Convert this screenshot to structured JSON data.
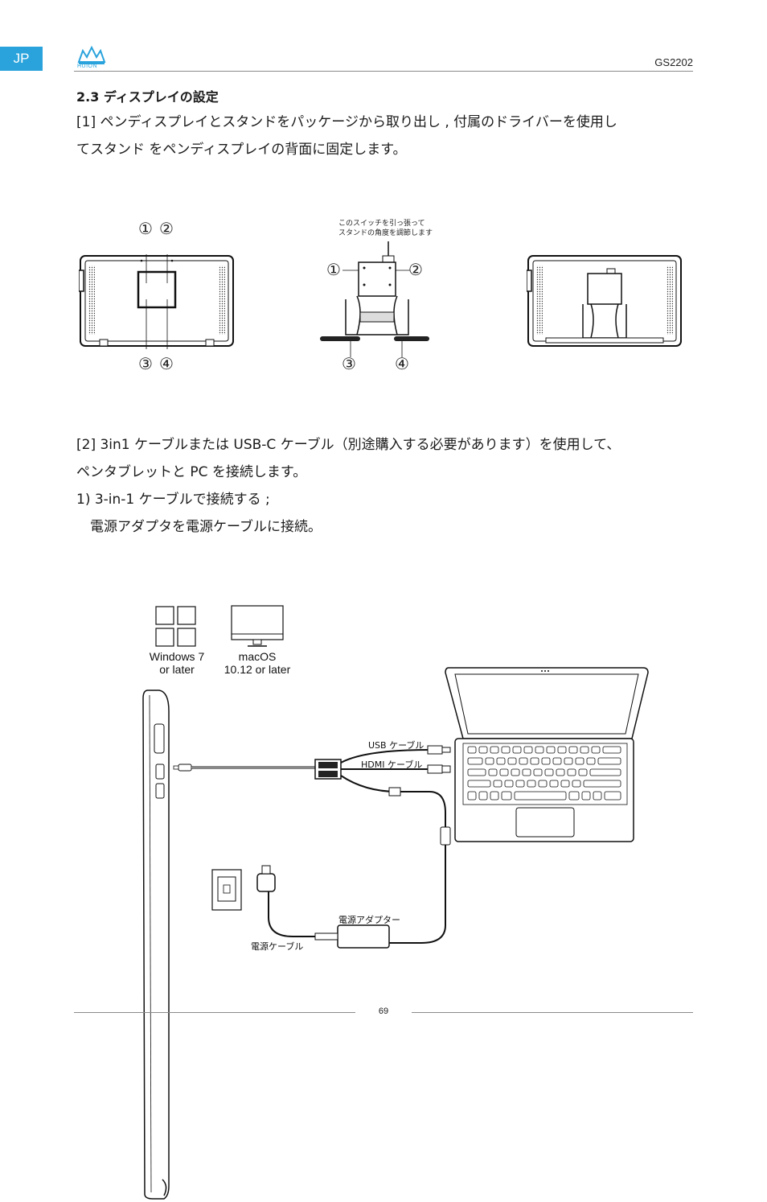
{
  "header": {
    "lang_tab": "JP",
    "logo_text": "HUION",
    "model": "GS2202"
  },
  "section": {
    "title": "2.3 ディスプレイの設定"
  },
  "steps": {
    "step1_line1": "[1] ペンディスプレイとスタンドをパッケージから取り出し , 付属のドライバーを使用し",
    "step1_line2": "てスタンド をペンディスプレイの背面に固定します。",
    "step2_line1": "[2] 3in1 ケーブルまたは USB-C ケーブル（別途購入する必要があります）を使用して、",
    "step2_line2": "ペンタブレットと PC を接続します。",
    "step2_sub": "1) 3-in-1 ケーブルで接続する ;",
    "step2_sub_desc": "電源アダプタを電源ケーブルに接続。"
  },
  "stand_figure": {
    "caption_line1": "このスイッチを引っ張って",
    "caption_line2": "スタンドの角度を調節します",
    "mark1": "①",
    "mark2": "②",
    "mark3": "③",
    "mark4": "④"
  },
  "connection_figure": {
    "os_windows_line1": "Windows 7",
    "os_windows_line2": "or later",
    "os_mac_line1": "macOS",
    "os_mac_line2": "10.12 or later",
    "usb_cable": "USB ケーブル",
    "hdmi_cable": "HDMI ケーブル",
    "power_adapter": "電源アダプター",
    "power_cable": "電源ケーブル"
  },
  "footer": {
    "page_number": "69"
  }
}
